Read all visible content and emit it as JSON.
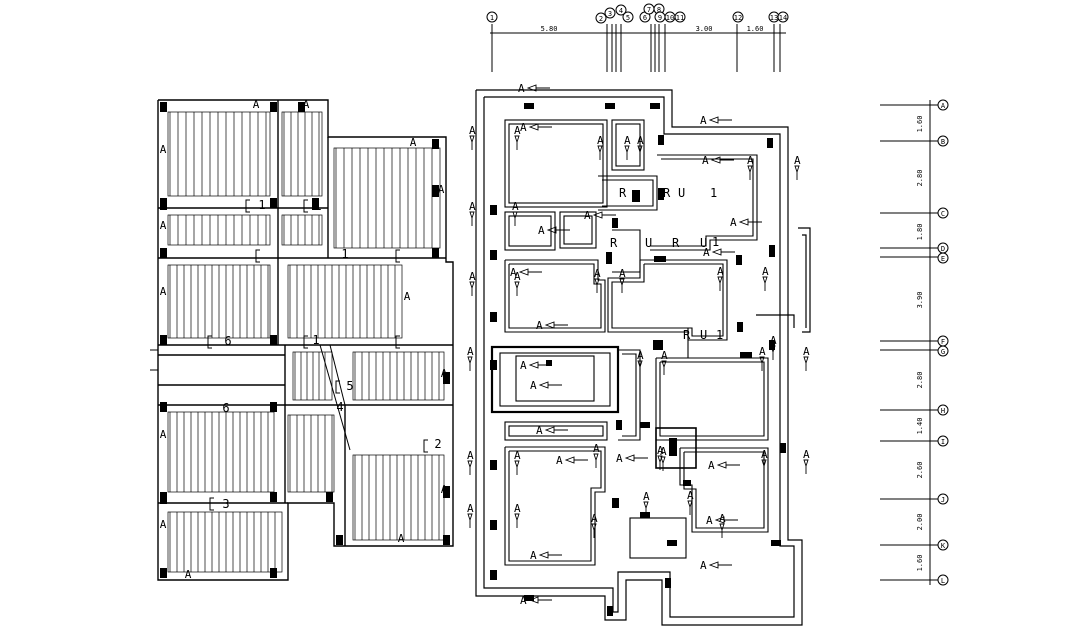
{
  "drawing": {
    "top_grid": {
      "bubbles": [
        "1",
        "2",
        "3",
        "4",
        "5",
        "6",
        "7",
        "8",
        "9",
        "10",
        "11",
        "12",
        "13",
        "14"
      ],
      "dims": [
        "5.80",
        "3.00",
        "1.60"
      ]
    },
    "right_grid": {
      "bubbles": [
        "A",
        "B",
        "C",
        "D",
        "E",
        "F",
        "G",
        "H",
        "I",
        "J",
        "K",
        "L"
      ],
      "dims": [
        "1.60",
        "2.80",
        "1.80",
        "3.90",
        "2.80",
        "1.40",
        "2.60",
        "2.00",
        "1.60"
      ]
    },
    "left_plan": {
      "side_marks": [
        "A",
        "A",
        "A",
        "A",
        "A",
        "A",
        "A",
        "A",
        "A",
        "A",
        "A",
        "A",
        "A",
        "A"
      ],
      "zone_labels": [
        "1",
        "1",
        "1",
        "2",
        "3",
        "4",
        "5",
        "6",
        "6",
        "1"
      ]
    },
    "right_plan": {
      "section_mark": "A",
      "detail_labels": [
        "R",
        "U",
        "1"
      ]
    }
  }
}
